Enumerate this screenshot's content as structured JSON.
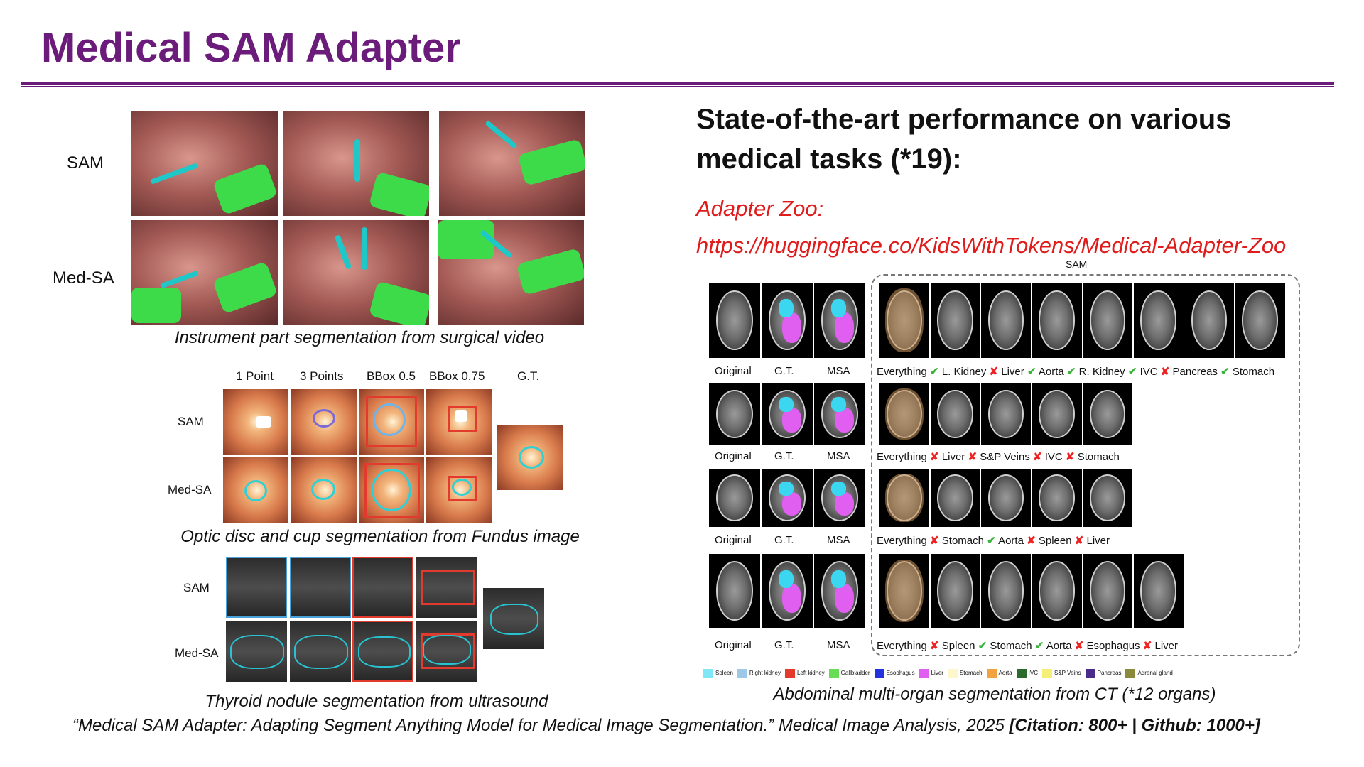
{
  "title": "Medical SAM Adapter",
  "colors": {
    "title": "#6b1c7a",
    "link": "#e01b1b",
    "check": "#3bb43b",
    "cross": "#ee2222"
  },
  "left": {
    "surgical": {
      "row_labels": [
        "SAM",
        "Med-SA"
      ],
      "caption": "Instrument part segmentation from surgical video"
    },
    "fundus": {
      "column_labels": [
        "1 Point",
        "3 Points",
        "BBox 0.5",
        "BBox 0.75",
        "G.T."
      ],
      "row_labels": [
        "SAM",
        "Med-SA"
      ],
      "caption": "Optic disc and cup segmentation from Fundus image"
    },
    "thyroid": {
      "row_labels": [
        "SAM",
        "Med-SA"
      ],
      "caption": "Thyroid nodule segmentation from ultrasound"
    }
  },
  "right": {
    "heading_line1": "State-of-the-art performance on various",
    "heading_line2": "medical tasks (*19):",
    "zoo_label": "Adapter Zoo:",
    "zoo_link": "https://huggingface.co/KidsWithTokens/Medical-Adapter-Zoo",
    "sam_tag": "SAM",
    "base_labels": [
      "Original",
      "G.T.",
      "MSA"
    ],
    "rows": [
      {
        "items": [
          {
            "mark": "",
            "text": "Everything"
          },
          {
            "mark": "check",
            "text": "L. Kidney"
          },
          {
            "mark": "cross",
            "text": "Liver"
          },
          {
            "mark": "check",
            "text": "Aorta"
          },
          {
            "mark": "check",
            "text": "R. Kidney"
          },
          {
            "mark": "check",
            "text": "IVC"
          },
          {
            "mark": "cross",
            "text": "Pancreas"
          },
          {
            "mark": "check",
            "text": "Stomach"
          }
        ]
      },
      {
        "items": [
          {
            "mark": "",
            "text": "Everything"
          },
          {
            "mark": "cross",
            "text": "Liver"
          },
          {
            "mark": "cross",
            "text": "S&P Veins"
          },
          {
            "mark": "cross",
            "text": "IVC"
          },
          {
            "mark": "cross",
            "text": "Stomach"
          }
        ]
      },
      {
        "items": [
          {
            "mark": "",
            "text": "Everything"
          },
          {
            "mark": "cross",
            "text": "Stomach"
          },
          {
            "mark": "check",
            "text": "Aorta"
          },
          {
            "mark": "cross",
            "text": "Spleen"
          },
          {
            "mark": "cross",
            "text": "Liver"
          }
        ]
      },
      {
        "items": [
          {
            "mark": "",
            "text": "Everything"
          },
          {
            "mark": "cross",
            "text": "Spleen"
          },
          {
            "mark": "check",
            "text": "Stomach"
          },
          {
            "mark": "check",
            "text": "Aorta"
          },
          {
            "mark": "cross",
            "text": "Esophagus"
          },
          {
            "mark": "cross",
            "text": "Liver"
          }
        ]
      }
    ],
    "legend": [
      {
        "label": "Spleen",
        "color": "#7fe7f5"
      },
      {
        "label": "Right kidney",
        "color": "#9ec8e8"
      },
      {
        "label": "Left kidney",
        "color": "#e33a2c"
      },
      {
        "label": "Gallbladder",
        "color": "#66dd55"
      },
      {
        "label": "Esophagus",
        "color": "#2233dd"
      },
      {
        "label": "Liver",
        "color": "#e05ef0"
      },
      {
        "label": "Stomach",
        "color": "#fff7cc"
      },
      {
        "label": "Aorta",
        "color": "#f2a340"
      },
      {
        "label": "IVC",
        "color": "#2a6a2a"
      },
      {
        "label": "S&P Veins",
        "color": "#f5ef7a"
      },
      {
        "label": "Pancreas",
        "color": "#4a2a8a"
      },
      {
        "label": "Adrenal gland",
        "color": "#8a8a3a"
      }
    ],
    "caption": "Abdominal multi-organ segmentation from CT (*12 organs)"
  },
  "citation": {
    "text": "“Medical SAM Adapter: Adapting Segment Anything Model for Medical Image Segmentation.” Medical Image Analysis, 2025 ",
    "stats": "[Citation: 800+ | Github: 1000+]"
  }
}
